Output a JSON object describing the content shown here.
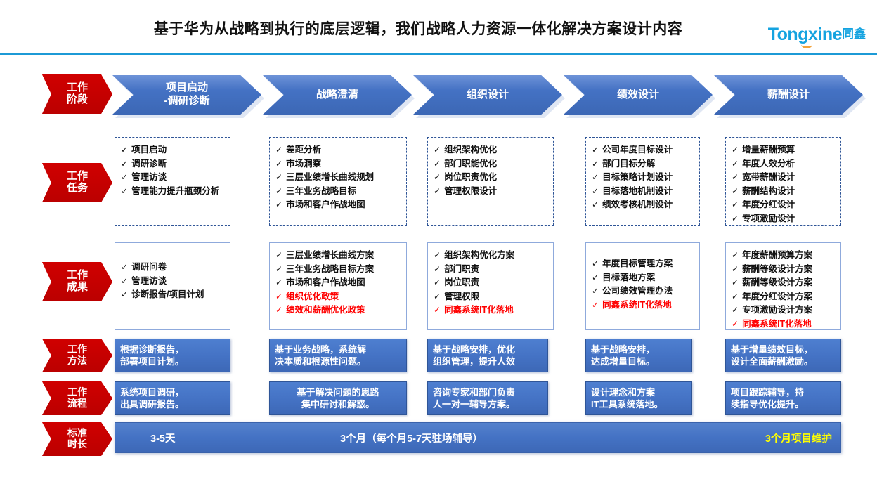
{
  "header": {
    "title": "基于华为从战略到执行的底层逻辑，我们战略人力资源一体化解决方案设计内容",
    "logo_en": "Tongxine",
    "logo_cn": "同鑫",
    "accent_color": "#1c9ad6"
  },
  "row_labels": {
    "stage": "工作\n阶段",
    "stage_line1": "工作",
    "stage_line2": "阶段",
    "task_line1": "工作",
    "task_line2": "任务",
    "result_line1": "工作",
    "result_line2": "成果",
    "method_line1": "工作",
    "method_line2": "方法",
    "process_line1": "工作",
    "process_line2": "流程",
    "duration_line1": "标准",
    "duration_line2": "时长"
  },
  "stages": [
    {
      "label_line1": "项目启动",
      "label_line2": "-调研诊断"
    },
    {
      "label_line1": "战略澄清",
      "label_line2": ""
    },
    {
      "label_line1": "组织设计",
      "label_line2": ""
    },
    {
      "label_line1": "绩效设计",
      "label_line2": ""
    },
    {
      "label_line1": "薪酬设计",
      "label_line2": ""
    }
  ],
  "tasks": [
    {
      "items": [
        {
          "text": "项目启动",
          "red": false
        },
        {
          "text": "调研诊断",
          "red": false
        },
        {
          "text": "管理访谈",
          "red": false
        },
        {
          "text": "管理能力提升瓶颈分析",
          "red": false,
          "wrap": true
        }
      ]
    },
    {
      "items": [
        {
          "text": "差距分析",
          "red": false
        },
        {
          "text": "市场洞察",
          "red": false
        },
        {
          "text": "三层业绩增长曲线规划",
          "red": false
        },
        {
          "text": "三年业务战略目标",
          "red": false
        },
        {
          "text": "市场和客户作战地图",
          "red": false
        }
      ]
    },
    {
      "items": [
        {
          "text": "组织架构优化",
          "red": false
        },
        {
          "text": "部门职能优化",
          "red": false
        },
        {
          "text": "岗位职责优化",
          "red": false
        },
        {
          "text": "管理权限设计",
          "red": false
        }
      ]
    },
    {
      "items": [
        {
          "text": "公司年度目标设计",
          "red": false
        },
        {
          "text": "部门目标分解",
          "red": false
        },
        {
          "text": "目标策略计划设计",
          "red": false
        },
        {
          "text": "目标落地机制设计",
          "red": false
        },
        {
          "text": "绩效考核机制设计",
          "red": false
        }
      ]
    },
    {
      "items": [
        {
          "text": "增量薪酬预算",
          "red": false
        },
        {
          "text": "年度人效分析",
          "red": false
        },
        {
          "text": "宽带薪酬设计",
          "red": false
        },
        {
          "text": "薪酬结构设计",
          "red": false
        },
        {
          "text": "年度分红设计",
          "red": false
        },
        {
          "text": "专项激励设计",
          "red": false
        }
      ]
    }
  ],
  "results": [
    {
      "items": [
        {
          "text": "调研问卷",
          "red": false
        },
        {
          "text": "管理访谈",
          "red": false
        },
        {
          "text": "诊断报告/项目计划",
          "red": false
        }
      ]
    },
    {
      "items": [
        {
          "text": "三层业绩增长曲线方案",
          "red": false
        },
        {
          "text": "三年业务战略目标方案",
          "red": false
        },
        {
          "text": "市场和客户作战地图",
          "red": false
        },
        {
          "text": "组织优化政策",
          "red": true
        },
        {
          "text": "绩效和薪酬优化政策",
          "red": true
        }
      ]
    },
    {
      "items": [
        {
          "text": "组织架构优化方案",
          "red": false
        },
        {
          "text": "部门职责",
          "red": false
        },
        {
          "text": "岗位职责",
          "red": false
        },
        {
          "text": "管理权限",
          "red": false
        },
        {
          "text": "同鑫系统IT化落地",
          "red": true
        }
      ]
    },
    {
      "items": [
        {
          "text": "年度目标管理方案",
          "red": false
        },
        {
          "text": "目标落地方案",
          "red": false
        },
        {
          "text": "公司绩效管理办法",
          "red": false
        },
        {
          "text": "同鑫系统IT化落地",
          "red": true
        }
      ]
    },
    {
      "items": [
        {
          "text": "年度薪酬预算方案",
          "red": false
        },
        {
          "text": "薪酬等级设计方案",
          "red": false
        },
        {
          "text": "薪酬等级设计方案",
          "red": false
        },
        {
          "text": "年度分红设计方案",
          "red": false
        },
        {
          "text": "专项激励设计方案",
          "red": false
        },
        {
          "text": "同鑫系统IT化落地",
          "red": true
        }
      ]
    }
  ],
  "methods": [
    {
      "line1": "根据诊断报告，",
      "line2": "部署项目计划。"
    },
    {
      "line1": "基于业务战略，系统解",
      "line2": "决本质和根源性问题。"
    },
    {
      "line1": "基于战略安排，优化",
      "line2": "组织管理，提升人效"
    },
    {
      "line1": "基于战略安排，",
      "line2": "达成增量目标。"
    },
    {
      "line1": "基于增量绩效目标，",
      "line2": "设计全面薪酬激励。"
    }
  ],
  "processes": [
    {
      "line1": "系统项目调研，",
      "line2": "出具调研报告。"
    },
    {
      "line1": "基于解决问题的思路",
      "line2": "集中研讨和解惑。"
    },
    {
      "line1": "咨询专家和部门负责",
      "line2": "人一对一辅导方案。"
    },
    {
      "line1": "设计理念和方案",
      "line2": "IT工具系统落地。"
    },
    {
      "line1": "项目跟踪辅导，持",
      "line2": "续指导优化提升。"
    }
  ],
  "duration": {
    "short": "3-5天",
    "middle": "3个月（每个月5-7天驻场辅导）",
    "maintenance": "3个月项目维护"
  },
  "colors": {
    "red": "#c00000",
    "blue": "#4472c4",
    "dark_blue": "#2f5597",
    "light_blue_border": "#8faadc",
    "highlight_red": "#ff0000",
    "highlight_yellow": "#ffff00",
    "brand": "#14a3e0"
  }
}
